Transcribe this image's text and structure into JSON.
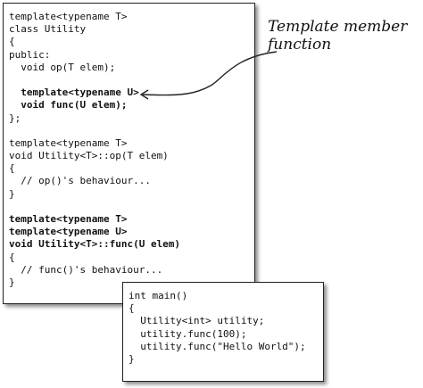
{
  "code_block_1": {
    "lines": [
      {
        "text": "template<typename T>",
        "bold": false
      },
      {
        "text": "class Utility",
        "bold": false
      },
      {
        "text": "{",
        "bold": false
      },
      {
        "text": "public:",
        "bold": false
      },
      {
        "text": "  void op(T elem);",
        "bold": false
      },
      {
        "text": "",
        "bold": false
      },
      {
        "text": "  template<typename U>",
        "bold": true
      },
      {
        "text": "  void func(U elem);",
        "bold": true
      },
      {
        "text": "};",
        "bold": false
      },
      {
        "text": "",
        "bold": false
      },
      {
        "text": "template<typename T>",
        "bold": false
      },
      {
        "text": "void Utility<T>::op(T elem)",
        "bold": false
      },
      {
        "text": "{",
        "bold": false
      },
      {
        "text": "  // op()'s behaviour...",
        "bold": false
      },
      {
        "text": "}",
        "bold": false
      },
      {
        "text": "",
        "bold": false
      },
      {
        "text": "template<typename T>",
        "bold": true
      },
      {
        "text": "template<typename U>",
        "bold": true
      },
      {
        "text": "void Utility<T>::func(U elem)",
        "bold": true
      },
      {
        "text": "{",
        "bold": false
      },
      {
        "text": "  // func()'s behaviour...",
        "bold": false
      },
      {
        "text": "}",
        "bold": false
      }
    ]
  },
  "code_block_2": {
    "lines": [
      {
        "text": "int main()",
        "bold": false
      },
      {
        "text": "{",
        "bold": false
      },
      {
        "text": "  Utility<int> utility;",
        "bold": false
      },
      {
        "text": "  utility.func(100);",
        "bold": false
      },
      {
        "text": "  utility.func(\"Hello World\");",
        "bold": false
      },
      {
        "text": "}",
        "bold": false
      }
    ]
  },
  "annotation": {
    "line1": "Template member",
    "line2": "function"
  }
}
